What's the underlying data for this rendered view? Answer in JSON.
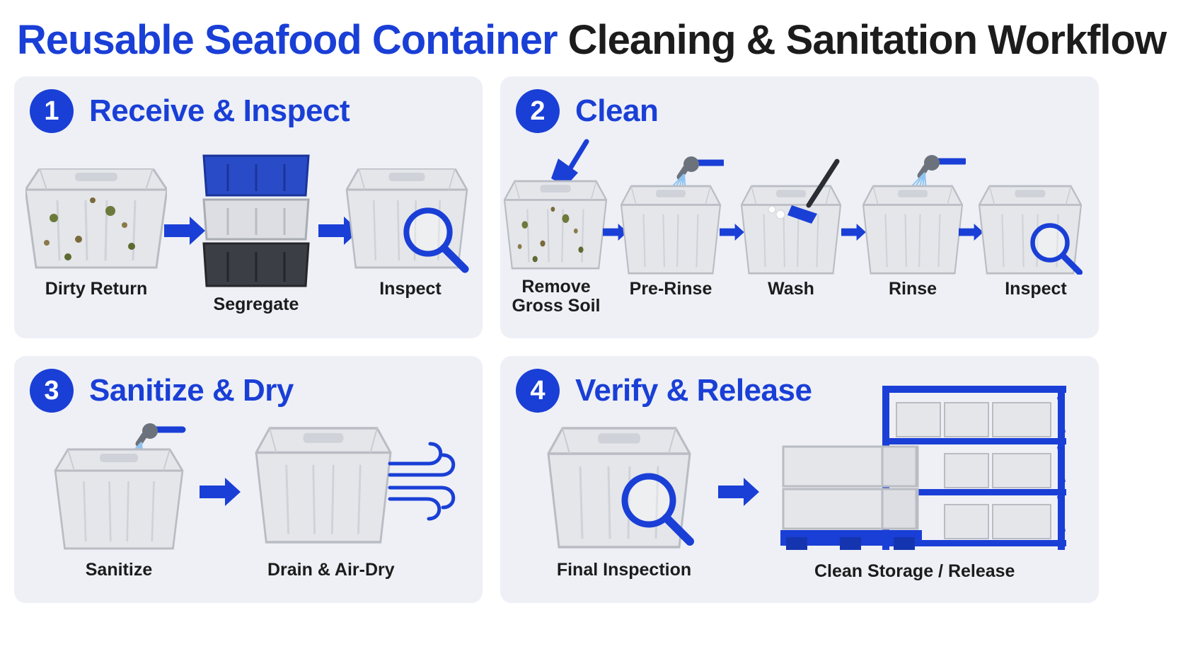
{
  "title": {
    "part1": "Reusable Seafood Container",
    "part2": "Cleaning & Sanitation Workflow"
  },
  "colors": {
    "accent": "#1a3fd6",
    "panel": "#eef0f6",
    "text": "#1c1c1c"
  },
  "panels": [
    {
      "number": "1",
      "title": "Receive & Inspect",
      "steps": [
        "Dirty Return",
        "Segregate",
        "Inspect"
      ]
    },
    {
      "number": "2",
      "title": "Clean",
      "steps": [
        "Remove\nGross Soil",
        "Pre-Rinse",
        "Wash",
        "Rinse",
        "Inspect"
      ]
    },
    {
      "number": "3",
      "title": "Sanitize & Dry",
      "steps": [
        "Sanitize",
        "Drain & Air-Dry"
      ]
    },
    {
      "number": "4",
      "title": "Verify & Release",
      "steps": [
        "Final Inspection",
        "Clean Storage / Release"
      ]
    }
  ]
}
